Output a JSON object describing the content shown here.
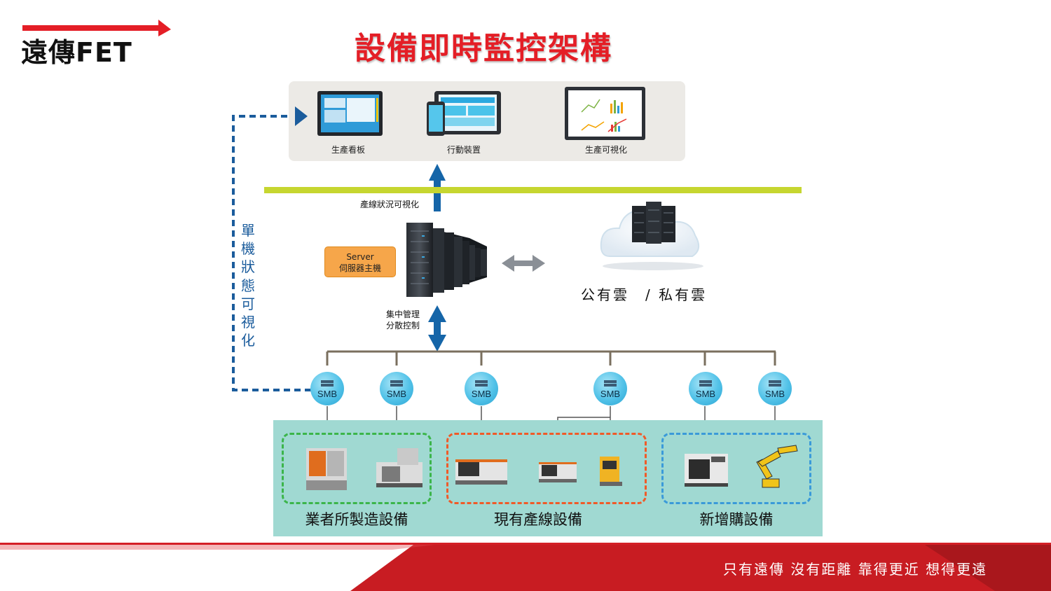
{
  "logo": {
    "text": "遠傳FET"
  },
  "title": "設備即時監控架構",
  "display_devices": [
    {
      "label": "生產看板",
      "icon": "monitor-dashboard-icon"
    },
    {
      "label": "行動裝置",
      "icon": "mobile-devices-icon"
    },
    {
      "label": "生產可視化",
      "icon": "chart-screen-icon"
    }
  ],
  "feedback_label": "單機狀態可視化",
  "up_arrow_label": "產線狀況可視化",
  "server_badge": {
    "line1": "Server",
    "line2": "伺服器主機"
  },
  "control_label": {
    "line1": "集中管理",
    "line2": "分散控制"
  },
  "cloud_label": "公有雲　/ 私有雲",
  "smb_nodes": [
    "SMB",
    "SMB",
    "SMB",
    "SMB",
    "SMB",
    "SMB"
  ],
  "equipment_groups": [
    {
      "label": "業者所製造設備",
      "color": "#3bb54a"
    },
    {
      "label": "現有產線設備",
      "color": "#f05a28"
    },
    {
      "label": "新增購設備",
      "color": "#3a9ad9"
    }
  ],
  "slogan": "只有遠傳  沒有距離   靠得更近  想得更遠",
  "colors": {
    "brand_red": "#e41e26",
    "arrow_blue": "#1565a8",
    "feedback_blue": "#1b5c9c",
    "green_bar": "#c6d630",
    "teal_panel": "#a0d9d2"
  }
}
